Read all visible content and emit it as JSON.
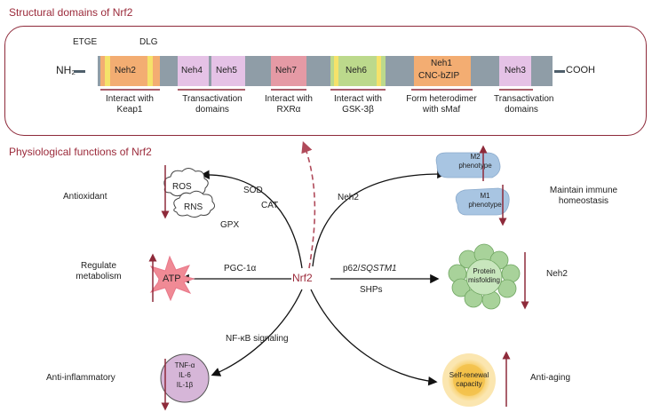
{
  "structure": {
    "title": "Structural domains of Nrf2",
    "n_term": "NH₂",
    "c_term": "COOH",
    "motifs": [
      "ETGE",
      "DLG"
    ],
    "domains": [
      "Neh2",
      "Neh4",
      "Neh5",
      "Neh7",
      "Neh6",
      "Neh1",
      "CNC-bZIP",
      "Neh3"
    ],
    "labels": [
      "Interact with Keap1",
      "Transactivation domains",
      "Interact with RXRα",
      "Interact with GSK-3β",
      "Form heterodimer with sMaf",
      "Transactivation domains"
    ],
    "colors": {
      "backbone": "#8f9da7",
      "neh2": "#f3ad72",
      "motif": "#f5e26a",
      "neh4_5": "#e5c2e6",
      "neh7": "#e59aa5",
      "neh6": "#bcd98c",
      "neh1": "#f3ad72",
      "neh3": "#e5c2e6",
      "accent": "#8e2a3a"
    }
  },
  "functions": {
    "title": "Physiological functions of Nrf2",
    "center": "Nrf2",
    "left": {
      "antioxidant": "Antioxidant",
      "metabolism": "Regulate metabolism",
      "inflammatory": "Anti-inflammatory"
    },
    "right": {
      "immune": "Maintain immune homeostasis",
      "neh2": "Neh2",
      "aging": "Anti-aging"
    },
    "arrow_labels": {
      "sod": "SOD",
      "cat": "CAT",
      "gpx": "GPX",
      "pgc": "PGC-1α",
      "nfkb": "NF-κB signaling",
      "neh2": "Neh2",
      "p62": "p62/",
      "sqstm": "SQSTM1",
      "shps": "SHPs"
    },
    "icons": {
      "ros": "ROS",
      "rns": "RNS",
      "atp": "ATP",
      "cytokines": [
        "TNF-α",
        "IL-6",
        "IL-1β"
      ],
      "m2": "M2 phenotype",
      "m1": "M1 phenotype",
      "protein": "Protein misfolding",
      "selfrenewal": "Self-renewal capacity"
    }
  }
}
